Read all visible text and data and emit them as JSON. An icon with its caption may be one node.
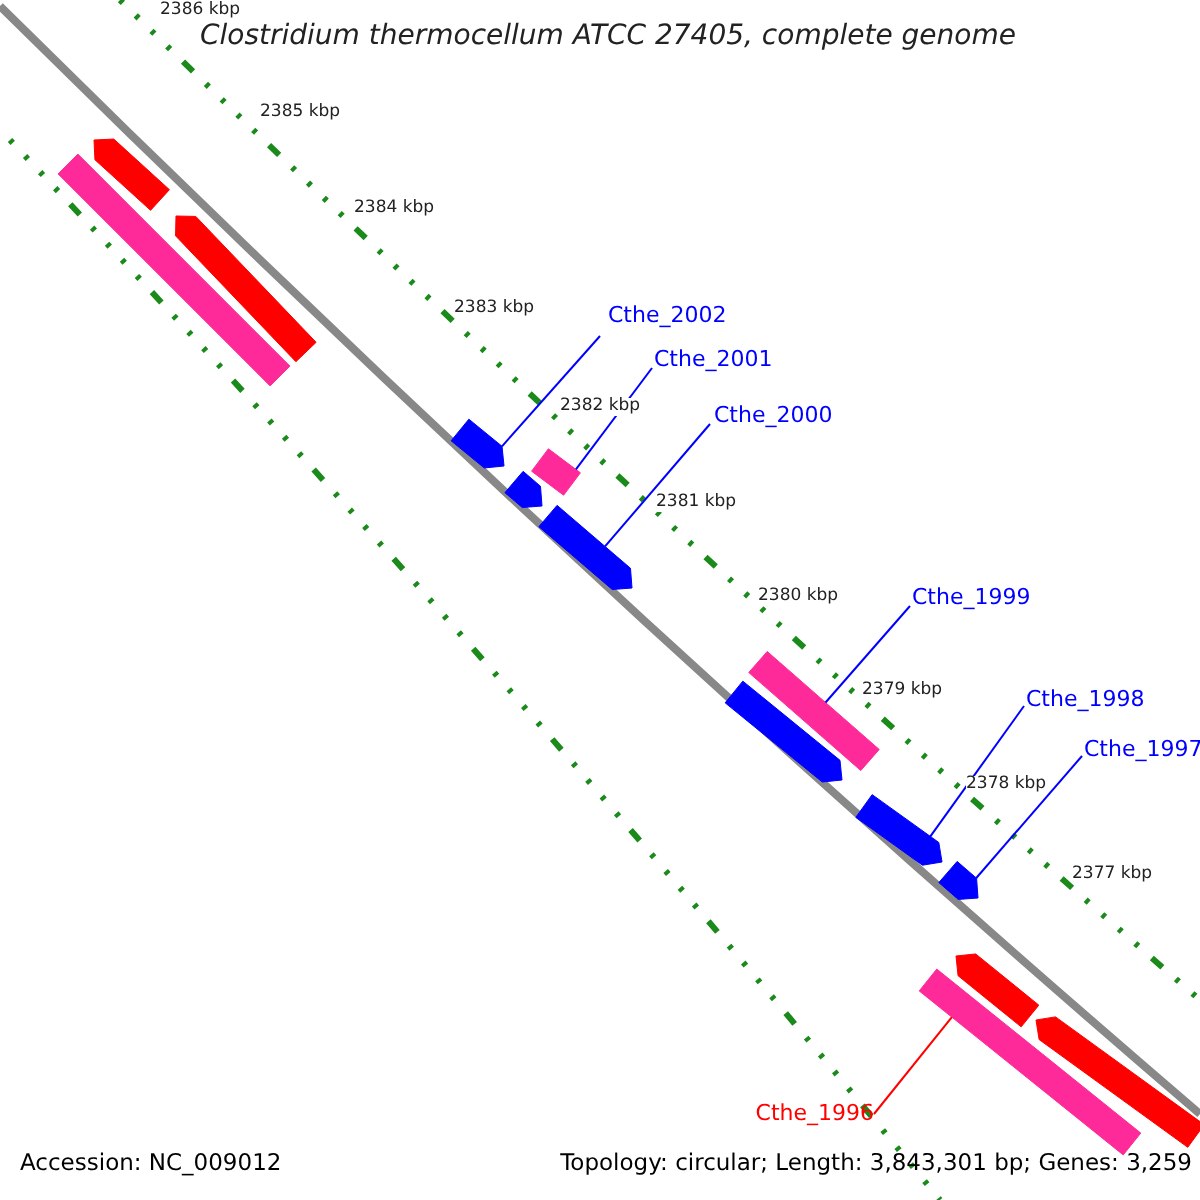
{
  "diagram": {
    "title": "Clostridium thermocellum ATCC 27405, complete genome",
    "nodes": [
      {
        "text": [],
        "shape": "arrow"
      },
      {
        "text": [],
        "shape": "bar"
      },
      {
        "text": [],
        "shape": "arrow"
      },
      {
        "text": [],
        "shape": "arrow"
      },
      {
        "text": [],
        "shape": "arrow"
      },
      {
        "text": [],
        "shape": "bar"
      },
      {
        "text": [],
        "shape": "arrow"
      },
      {
        "text": [],
        "shape": "arrow"
      },
      {
        "text": [],
        "shape": "bar"
      },
      {
        "text": [],
        "shape": "arrow"
      },
      {
        "text": [],
        "shape": "arrow"
      },
      {
        "text": [],
        "shape": "bar"
      },
      {
        "text": [],
        "shape": "arrow"
      },
      {
        "text": [],
        "shape": "arrow"
      },
      {
        "text": [
          "Cthe_2002"
        ]
      },
      {
        "text": [
          "Cthe_2001"
        ]
      },
      {
        "text": [
          "Cthe_2000"
        ]
      },
      {
        "text": [
          "Cthe_1999"
        ]
      },
      {
        "text": [
          "Cthe_1998"
        ]
      },
      {
        "text": [
          "Cthe_1997"
        ]
      },
      {
        "text": [
          "Cthe_1996"
        ]
      }
    ],
    "edges": [
      {
        "from": 14,
        "to": 3,
        "arrow": "none"
      },
      {
        "from": 15,
        "to": 5,
        "arrow": "none"
      },
      {
        "from": 16,
        "to": 6,
        "arrow": "none"
      },
      {
        "from": 17,
        "to": 8,
        "arrow": "none"
      },
      {
        "from": 18,
        "to": 9,
        "arrow": "none"
      },
      {
        "from": 19,
        "to": 10,
        "arrow": "none"
      },
      {
        "from": 20,
        "to": 11,
        "arrow": "none",
        "color": "#ff0000"
      }
    ],
    "labels": [
      "2386 kbp",
      "2385 kbp",
      "2384 kbp",
      "2383 kbp",
      "2382 kbp",
      "2381 kbp",
      "2380 kbp",
      "2379 kbp",
      "2378 kbp",
      "2377 kbp",
      "Accession: NC_009012",
      "Topology: circular; Length: 3,843,301 bp; Genes: 3,259"
    ]
  }
}
